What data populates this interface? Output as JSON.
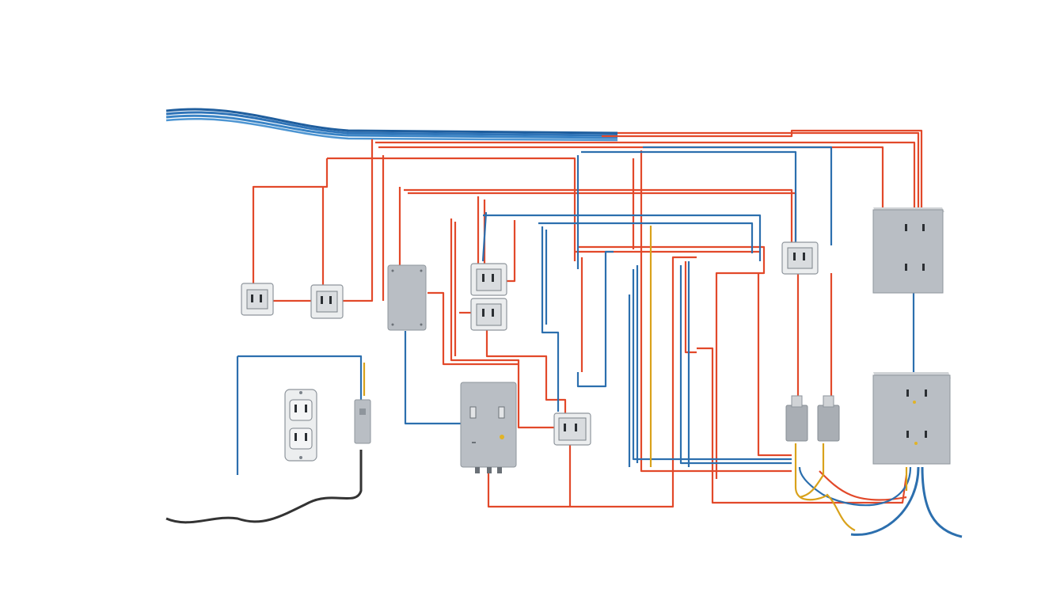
{
  "diagram": {
    "colors": {
      "hot_wire": "#e2492a",
      "neutral_wire": "#2c6fae",
      "feed_cable": "#2f74b8",
      "ground_wire": "#d9a21b",
      "black_cable": "#333333",
      "device_gray": "#b9bec4"
    },
    "components": [
      {
        "name": "feed-cable-bundle"
      },
      {
        "name": "outlet-left-1"
      },
      {
        "name": "outlet-left-2"
      },
      {
        "name": "junction-box"
      },
      {
        "name": "outlet-mid-top"
      },
      {
        "name": "outlet-mid-bottom"
      },
      {
        "name": "panel-box"
      },
      {
        "name": "outlet-center"
      },
      {
        "name": "outlet-right-small"
      },
      {
        "name": "double-outlet-top"
      },
      {
        "name": "double-outlet-bottom"
      },
      {
        "name": "switch-1"
      },
      {
        "name": "switch-2"
      },
      {
        "name": "gfci-duplex-outlet"
      },
      {
        "name": "inline-cable-connector"
      }
    ]
  }
}
